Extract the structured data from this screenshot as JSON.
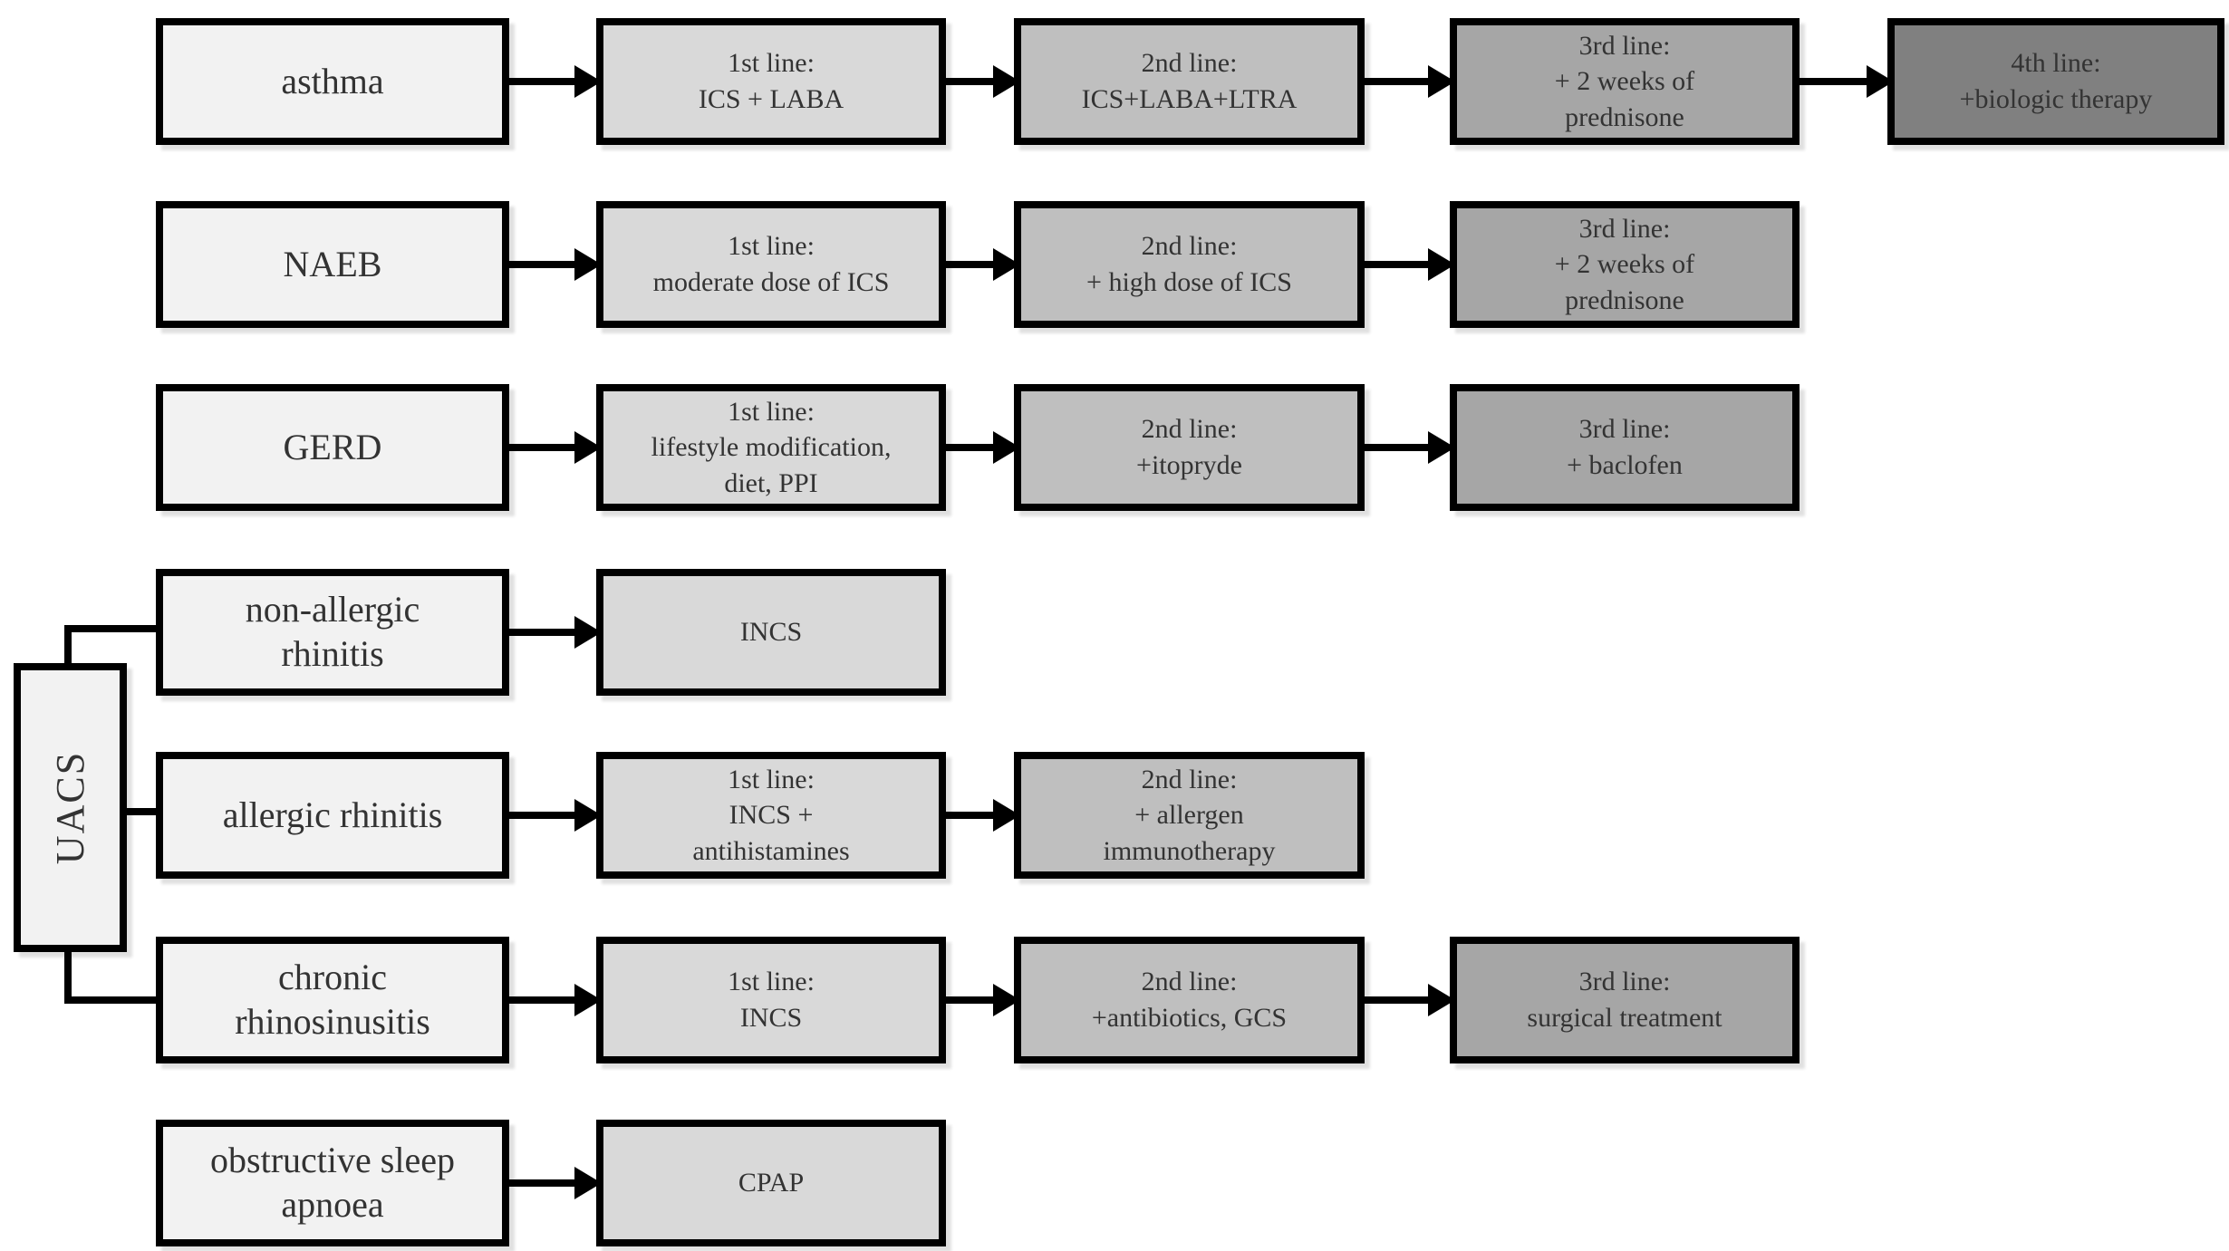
{
  "diagram": {
    "boxes": {
      "uacs": {
        "lines": [
          "UACS"
        ]
      },
      "asthma": {
        "lines": [
          "asthma"
        ]
      },
      "asthma_l1": {
        "lines": [
          "1st line:",
          "ICS + LABA"
        ]
      },
      "asthma_l2": {
        "lines": [
          "2nd line:",
          "ICS+LABA+LTRA"
        ]
      },
      "asthma_l3": {
        "lines": [
          "3rd line:",
          "+ 2 weeks of",
          "prednisone"
        ]
      },
      "asthma_l4": {
        "lines": [
          "4th line:",
          "+biologic therapy"
        ]
      },
      "naeb": {
        "lines": [
          "NAEB"
        ]
      },
      "naeb_l1": {
        "lines": [
          "1st line:",
          "moderate dose of ICS"
        ]
      },
      "naeb_l2": {
        "lines": [
          "2nd line:",
          "+ high dose of ICS"
        ]
      },
      "naeb_l3": {
        "lines": [
          "3rd line:",
          "+ 2 weeks of",
          "prednisone"
        ]
      },
      "gerd": {
        "lines": [
          "GERD"
        ]
      },
      "gerd_l1": {
        "lines": [
          "1st line:",
          "lifestyle modification,",
          "diet, PPI"
        ]
      },
      "gerd_l2": {
        "lines": [
          "2nd line:",
          "+itopryde"
        ]
      },
      "gerd_l3": {
        "lines": [
          "3rd line:",
          "+ baclofen"
        ]
      },
      "nar": {
        "lines": [
          "non-allergic",
          "rhinitis"
        ]
      },
      "nar_l1": {
        "lines": [
          "INCS"
        ]
      },
      "ar": {
        "lines": [
          "allergic rhinitis"
        ]
      },
      "ar_l1": {
        "lines": [
          "1st line:",
          "INCS +",
          "antihistamines"
        ]
      },
      "ar_l2": {
        "lines": [
          "2nd line:",
          "+ allergen",
          "immunotherapy"
        ]
      },
      "crs": {
        "lines": [
          "chronic",
          "rhinosinusitis"
        ]
      },
      "crs_l1": {
        "lines": [
          "1st line:",
          "INCS"
        ]
      },
      "crs_l2": {
        "lines": [
          "2nd line:",
          "+antibiotics, GCS"
        ]
      },
      "crs_l3": {
        "lines": [
          "3rd line:",
          "surgical treatment"
        ]
      },
      "osa": {
        "lines": [
          "obstructive sleep",
          "apnoea"
        ]
      },
      "osa_l1": {
        "lines": [
          "CPAP"
        ]
      }
    },
    "colors": {
      "background": "#ffffff",
      "border": "#000000",
      "text": "#333333",
      "box_fill_level0": "#f2f2f2",
      "box_fill_level1": "#d9d9d9",
      "box_fill_level2": "#bfbfbf",
      "box_fill_level3": "#a6a6a6",
      "box_fill_level4": "#808080"
    }
  }
}
